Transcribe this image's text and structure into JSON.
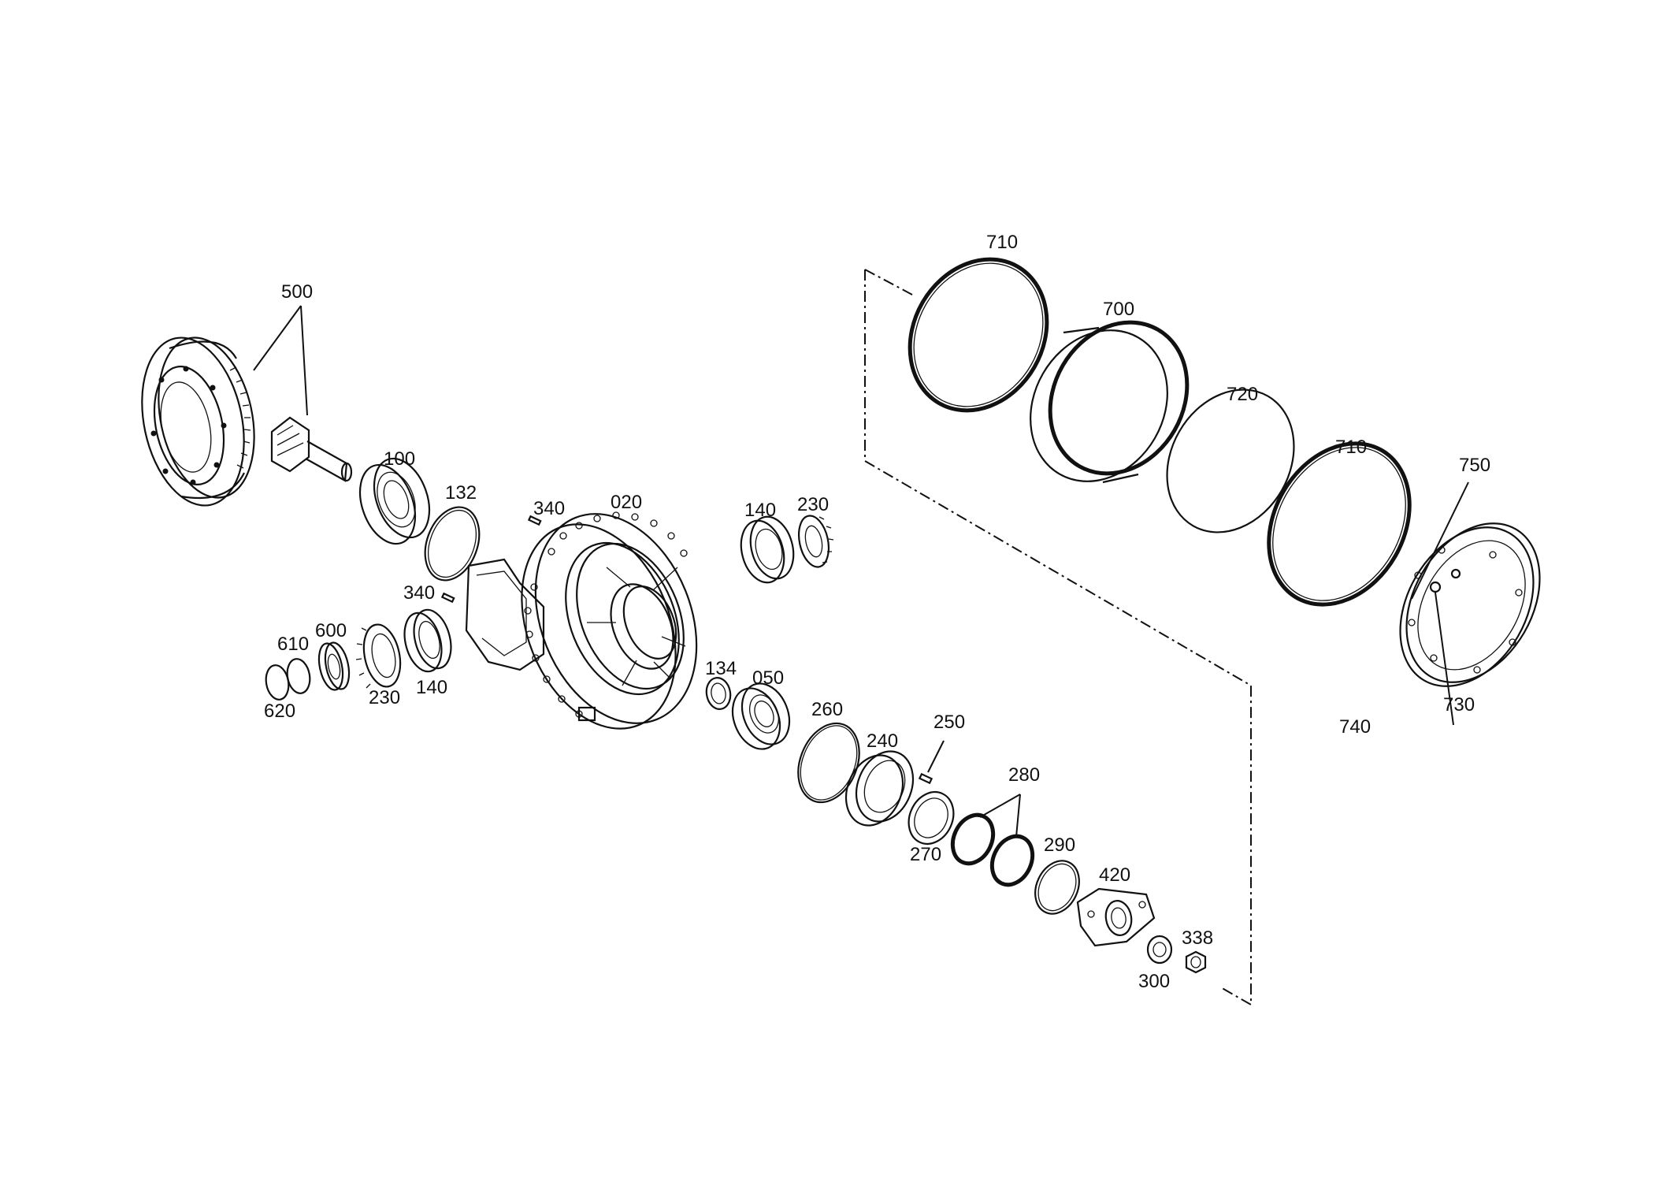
{
  "labels": {
    "l500": "500",
    "l100": "100",
    "l132": "132",
    "l340a": "340",
    "l020": "020",
    "l140a": "140",
    "l230a": "230",
    "l340b": "340",
    "l600": "600",
    "l610": "610",
    "l620": "620",
    "l230b": "230",
    "l140b": "140",
    "l134": "134",
    "l050": "050",
    "l260": "260",
    "l240": "240",
    "l250": "250",
    "l280": "280",
    "l270": "270",
    "l290": "290",
    "l420": "420",
    "l338": "338",
    "l300": "300",
    "l710a": "710",
    "l700": "700",
    "l720": "720",
    "l710b": "710",
    "l750": "750",
    "l730": "730",
    "l740": "740"
  },
  "colors": {
    "line": "#111111",
    "background": "#ffffff"
  }
}
